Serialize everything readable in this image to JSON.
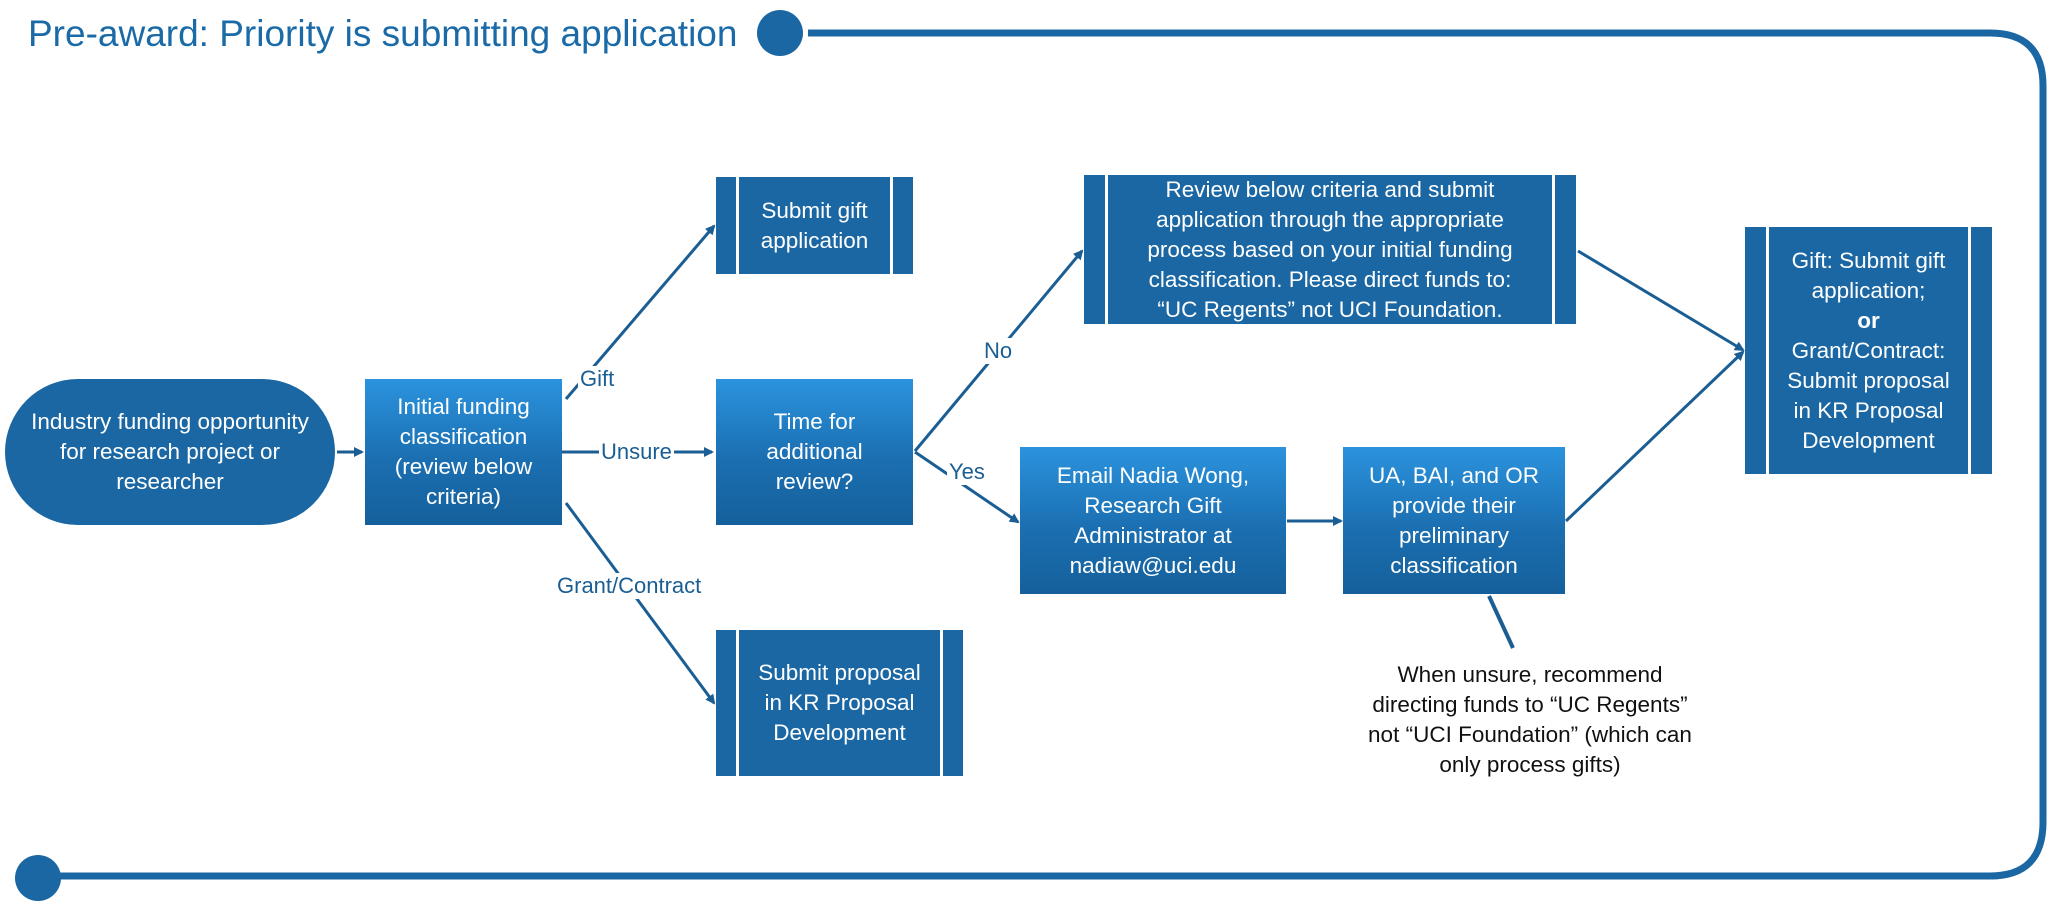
{
  "title": "Pre-award: Priority is submitting application",
  "nodes": {
    "start": "Industry funding opportunity\nfor research project or\nresearcher",
    "initial_classification": "Initial funding\nclassification\n(review below\ncriteria)",
    "submit_gift": "Submit gift\napplication",
    "time_review": "Time for\nadditional\nreview?",
    "submit_proposal": "Submit proposal\nin KR Proposal\nDevelopment",
    "review_criteria": "Review below criteria and submit\napplication through the appropriate\nprocess based on your initial funding\nclassification.  Please direct funds to:\n“UC Regents” not UCI Foundation.",
    "email_nadia": "Email Nadia Wong,\nResearch Gift\nAdministrator at\nnadiaw@uci.edu",
    "preliminary": "UA, BAI, and OR\nprovide their\npreliminary\nclassification",
    "final_part1": "Gift: Submit gift\napplication;",
    "final_or": "or",
    "final_part2": "Grant/Contract:\nSubmit proposal\nin KR Proposal\nDevelopment"
  },
  "edge_labels": {
    "gift": "Gift",
    "unsure": "Unsure",
    "grant_contract": "Grant/Contract",
    "no": "No",
    "yes": "Yes"
  },
  "note": "When unsure, recommend\ndirecting funds to “UC Regents”\nnot “UCI Foundation”  (which can\nonly process gifts)",
  "colors": {
    "primary": "#1a67a3",
    "gradient_top": "#2b93de",
    "gradient_bottom": "#15609b",
    "title": "#1a6aa8",
    "connector": "#1a5e94"
  }
}
